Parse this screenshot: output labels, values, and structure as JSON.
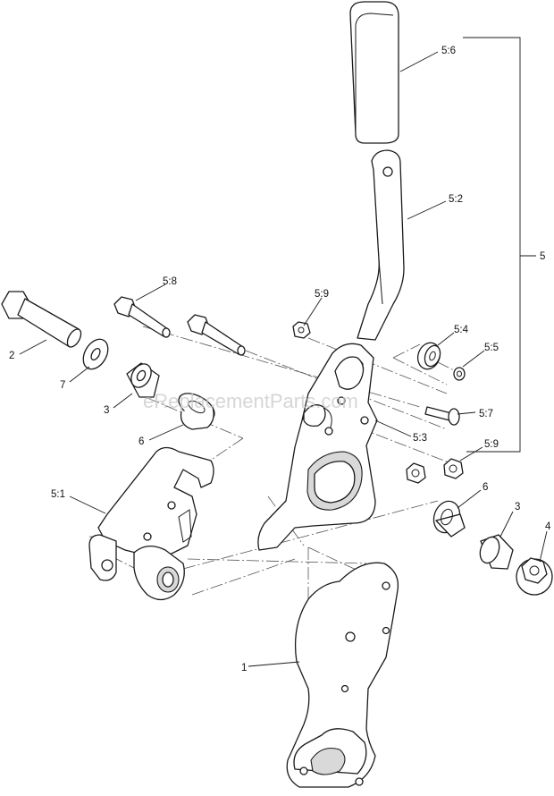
{
  "watermark": "eReplacementParts.com",
  "callouts": {
    "c_5_6": "5:6",
    "c_5_2": "5:2",
    "c_5": "5",
    "c_5_8": "5:8",
    "c_5_9_top": "5:9",
    "c_2": "2",
    "c_5_4": "5:4",
    "c_5_5": "5:5",
    "c_7": "7",
    "c_3_left": "3",
    "c_5_7": "5:7",
    "c_5_3": "5:3",
    "c_6_left": "6",
    "c_5_9_bottom": "5:9",
    "c_5_1": "5:1",
    "c_6_right": "6",
    "c_3_right": "3",
    "c_4": "4",
    "c_1": "1"
  }
}
